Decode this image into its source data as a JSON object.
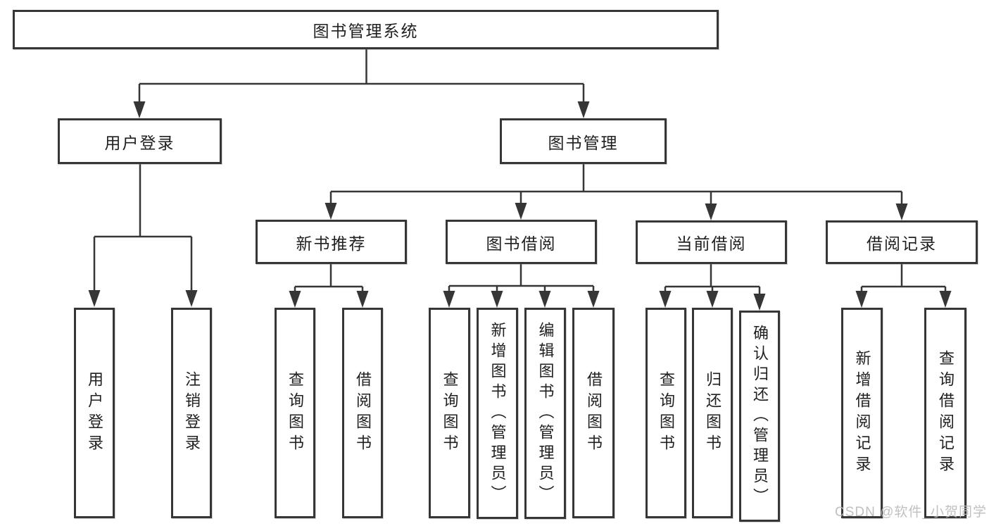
{
  "colors": {
    "line": "#363636",
    "text": "#1f1f1f",
    "box_background": "#ffffff",
    "watermark": "#b9b9b9",
    "background": "#ffffff"
  },
  "watermark": "CSDN @软件_小贺同学",
  "tree": {
    "root": {
      "label": "图书管理系统"
    },
    "branches": [
      {
        "label": "用户登录",
        "children": [
          {
            "label": "用户登录"
          },
          {
            "label": "注销登录"
          }
        ]
      },
      {
        "label": "图书管理",
        "children": [
          {
            "label": "新书推荐",
            "children": [
              {
                "label": "查询图书"
              },
              {
                "label": "借阅图书"
              }
            ]
          },
          {
            "label": "图书借阅",
            "children": [
              {
                "label": "查询图书"
              },
              {
                "label": "新增图书（管理员）"
              },
              {
                "label": "编辑图书（管理员）"
              },
              {
                "label": "借阅图书"
              }
            ]
          },
          {
            "label": "当前借阅",
            "children": [
              {
                "label": "查询图书"
              },
              {
                "label": "归还图书"
              },
              {
                "label": "确认归还（管理员）"
              }
            ]
          },
          {
            "label": "借阅记录",
            "children": [
              {
                "label": "新增借阅记录"
              },
              {
                "label": "查询借阅记录"
              }
            ]
          }
        ]
      }
    ]
  }
}
